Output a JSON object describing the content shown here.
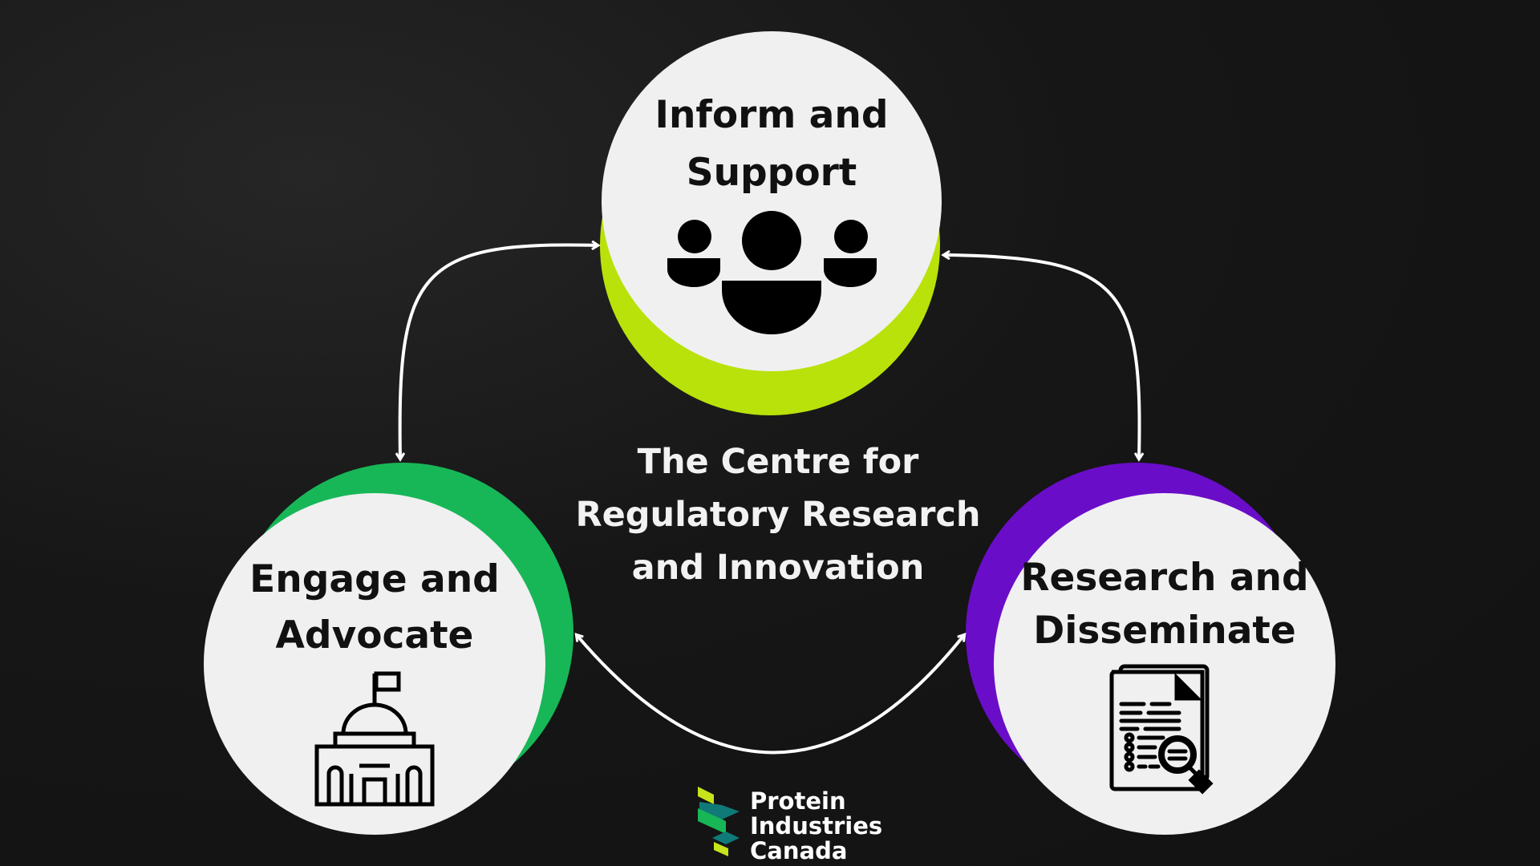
{
  "center_title": [
    "The Centre for",
    "Regulatory Research",
    "and Innovation"
  ],
  "nodes": [
    {
      "id": "inform",
      "title": [
        "Inform and",
        "Support"
      ],
      "icon": "people-group-icon",
      "accent": "#b8e20a"
    },
    {
      "id": "engage",
      "title": [
        "Engage and",
        "Advocate"
      ],
      "icon": "government-building-icon",
      "accent": "#17b757"
    },
    {
      "id": "research",
      "title": [
        "Research and",
        "Disseminate"
      ],
      "icon": "document-search-icon",
      "accent": "#6a0dc8"
    }
  ],
  "logo": {
    "lines": [
      "Protein",
      "Industries",
      "Canada"
    ],
    "colors": [
      "#c6e31b",
      "#0f7a78",
      "#17b757"
    ]
  }
}
